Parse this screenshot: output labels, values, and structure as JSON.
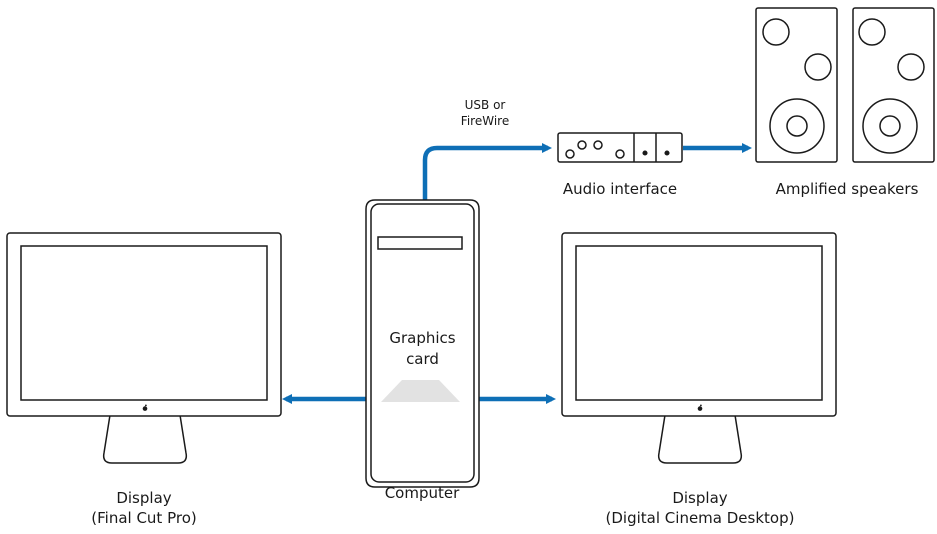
{
  "labels": {
    "usb_firewire": [
      "USB or",
      "FireWire"
    ],
    "audio_interface": "Audio interface",
    "amplified_speakers": "Amplified speakers",
    "graphics_card": [
      "Graphics",
      "card"
    ],
    "computer": "Computer",
    "display_left": [
      "Display",
      "(Final Cut Pro)"
    ],
    "display_right": [
      "Display",
      "(Digital Cinema Desktop)"
    ]
  },
  "colors": {
    "cable": "#0e6fb6",
    "line": "#1a1a1a",
    "graphics_card_fill": "#e2e2e2"
  },
  "icons": {
    "apple_logo": "apple-logo-icon"
  }
}
